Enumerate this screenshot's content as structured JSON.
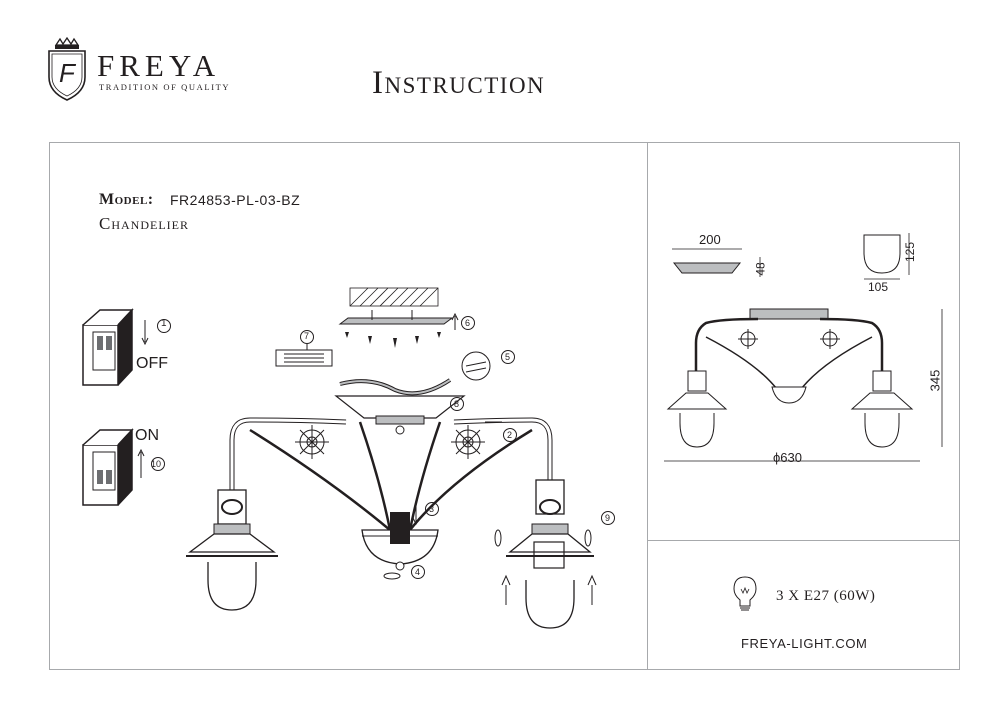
{
  "brand": {
    "name": "FREYA",
    "tagline": "TRADITION OF QUALITY",
    "monogram": "F"
  },
  "title": "Instruction",
  "model": {
    "label": "Model:",
    "value": "FR24853-PL-03-BZ",
    "type": "Chandelier"
  },
  "switch": {
    "off_label": "OFF",
    "on_label": "ON"
  },
  "steps": [
    "1",
    "2",
    "3",
    "4",
    "5",
    "6",
    "7",
    "8",
    "9",
    "10"
  ],
  "dimensions": {
    "plate_width": "200",
    "plate_height": "48",
    "shade_height": "125",
    "shade_width": "105",
    "total_height": "345",
    "diameter": "ϕ630"
  },
  "bulb": {
    "spec": "3 X E27 (60W)"
  },
  "website": "FREYA-LIGHT.COM"
}
